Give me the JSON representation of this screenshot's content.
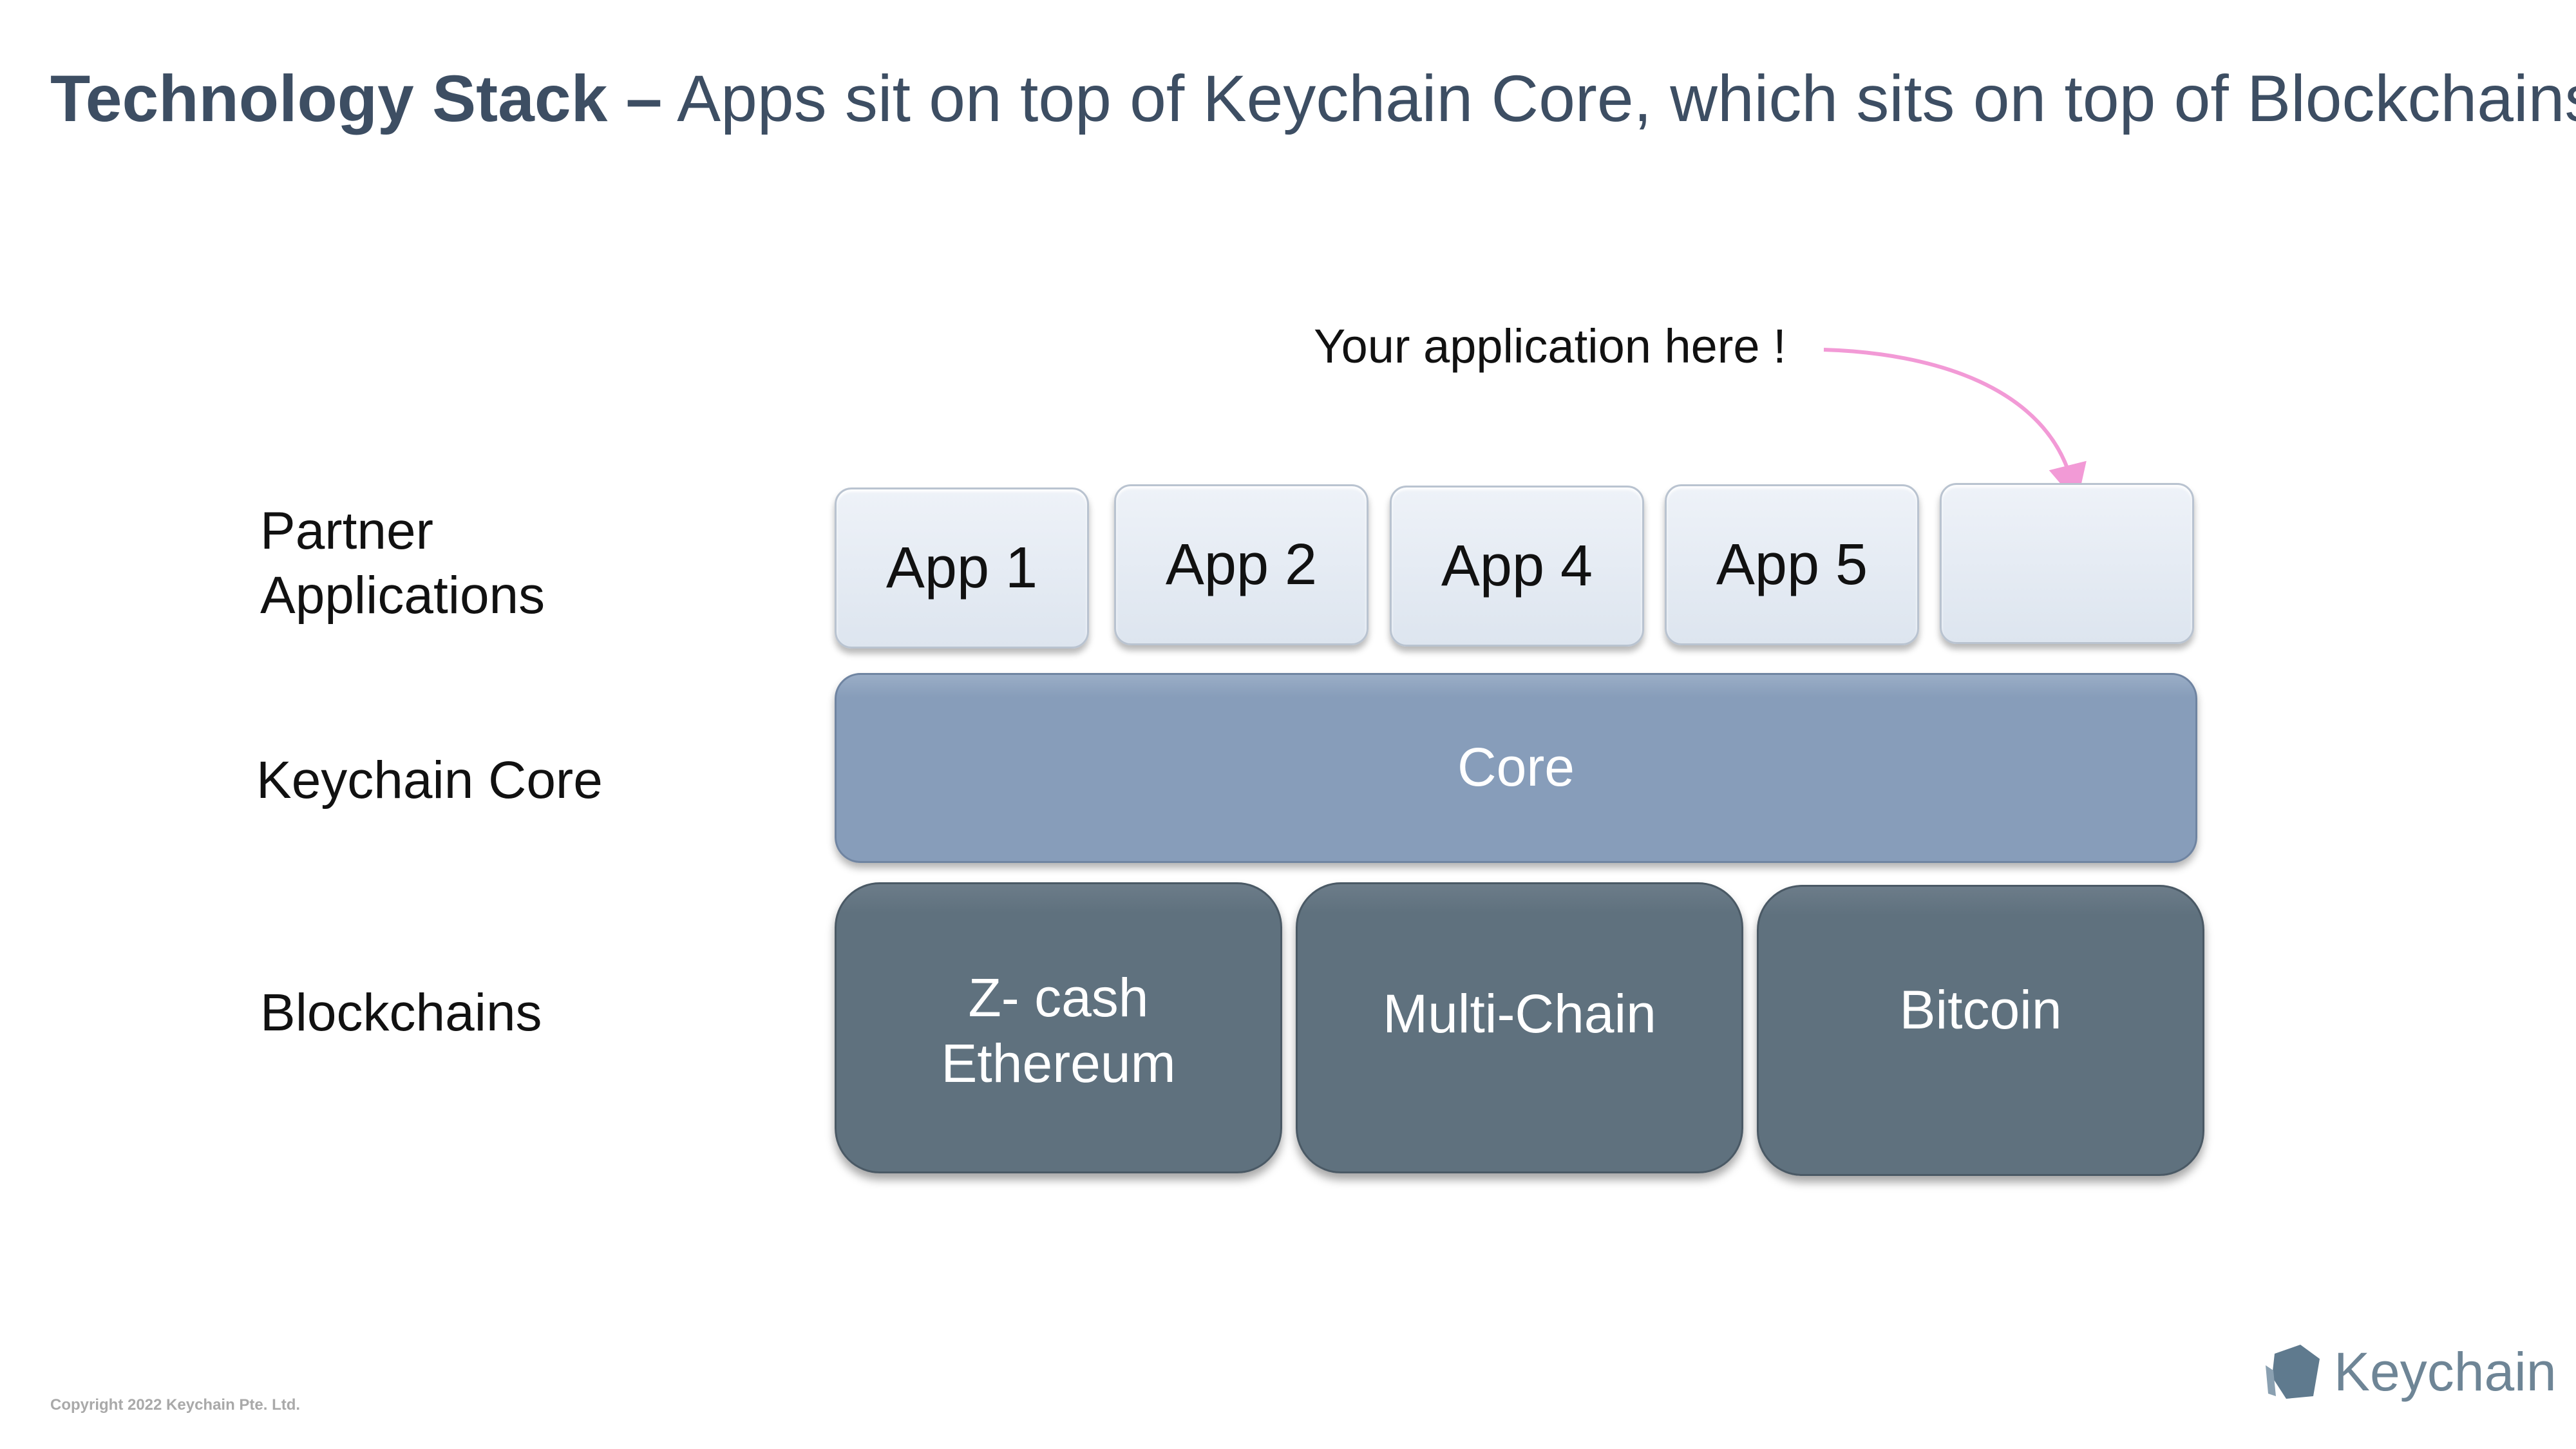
{
  "title": {
    "bold": "Technology Stack –",
    "rest": " Apps sit on top of Keychain Core, which sits on top of Blockchains"
  },
  "rows": {
    "partner_line1": "Partner",
    "partner_line2": "Applications",
    "core": "Keychain Core",
    "blockchains": "Blockchains"
  },
  "callout": "Your application here !",
  "apps": [
    "App 1",
    "App 2",
    "App 4",
    "App 5",
    ""
  ],
  "core": "Core",
  "chains": {
    "zcash_line1": "Z- cash",
    "zcash_line2": "Ethereum",
    "multichain": "Multi-Chain",
    "bitcoin": "Bitcoin"
  },
  "footer": {
    "copyright": "Copyright 2022 Keychain Pte. Ltd.",
    "logo": "Keychain"
  },
  "colors": {
    "title": "#3d4e63",
    "app_fill": "#dde5ef",
    "core_fill": "#879dba",
    "chain_fill": "#5f717e",
    "arrow": "#f29ad6",
    "logo": "#6e8596"
  }
}
